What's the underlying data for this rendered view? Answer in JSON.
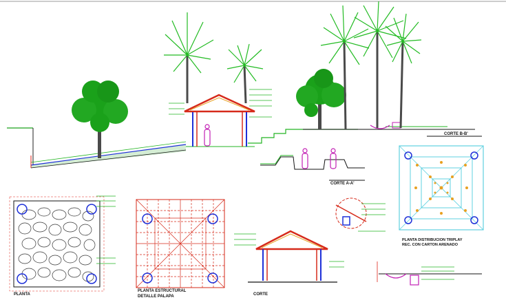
{
  "labels": {
    "corte_bb": "CORTE B-B'",
    "corte_aa": "CORTE A-A'",
    "planta": "PLANTA",
    "planta_estructural_1": "PLANTA ESTRUCTURAL",
    "planta_estructural_2": "DETALLE PALAPA",
    "corte_palapa": "CORTE",
    "planta_distribucion_1": "PLANTA DISTRIBUCION TRIPLAY",
    "planta_distribucion_2": "REC. CON CARTON ARENADO"
  },
  "colors": {
    "tree_green": "#1aa11a",
    "palm_green": "#22bb22",
    "trunk": "#4a4a4a",
    "roof_red": "#d62a1a",
    "structure_blue": "#1d2fd8",
    "magenta": "#c21fb4",
    "cyan": "#5fd0e0",
    "leader_green": "#23b523",
    "dim_red": "#e0261b"
  },
  "icons": [
    "tree-icon",
    "palm-icon",
    "person-icon",
    "column-circle-icon"
  ]
}
